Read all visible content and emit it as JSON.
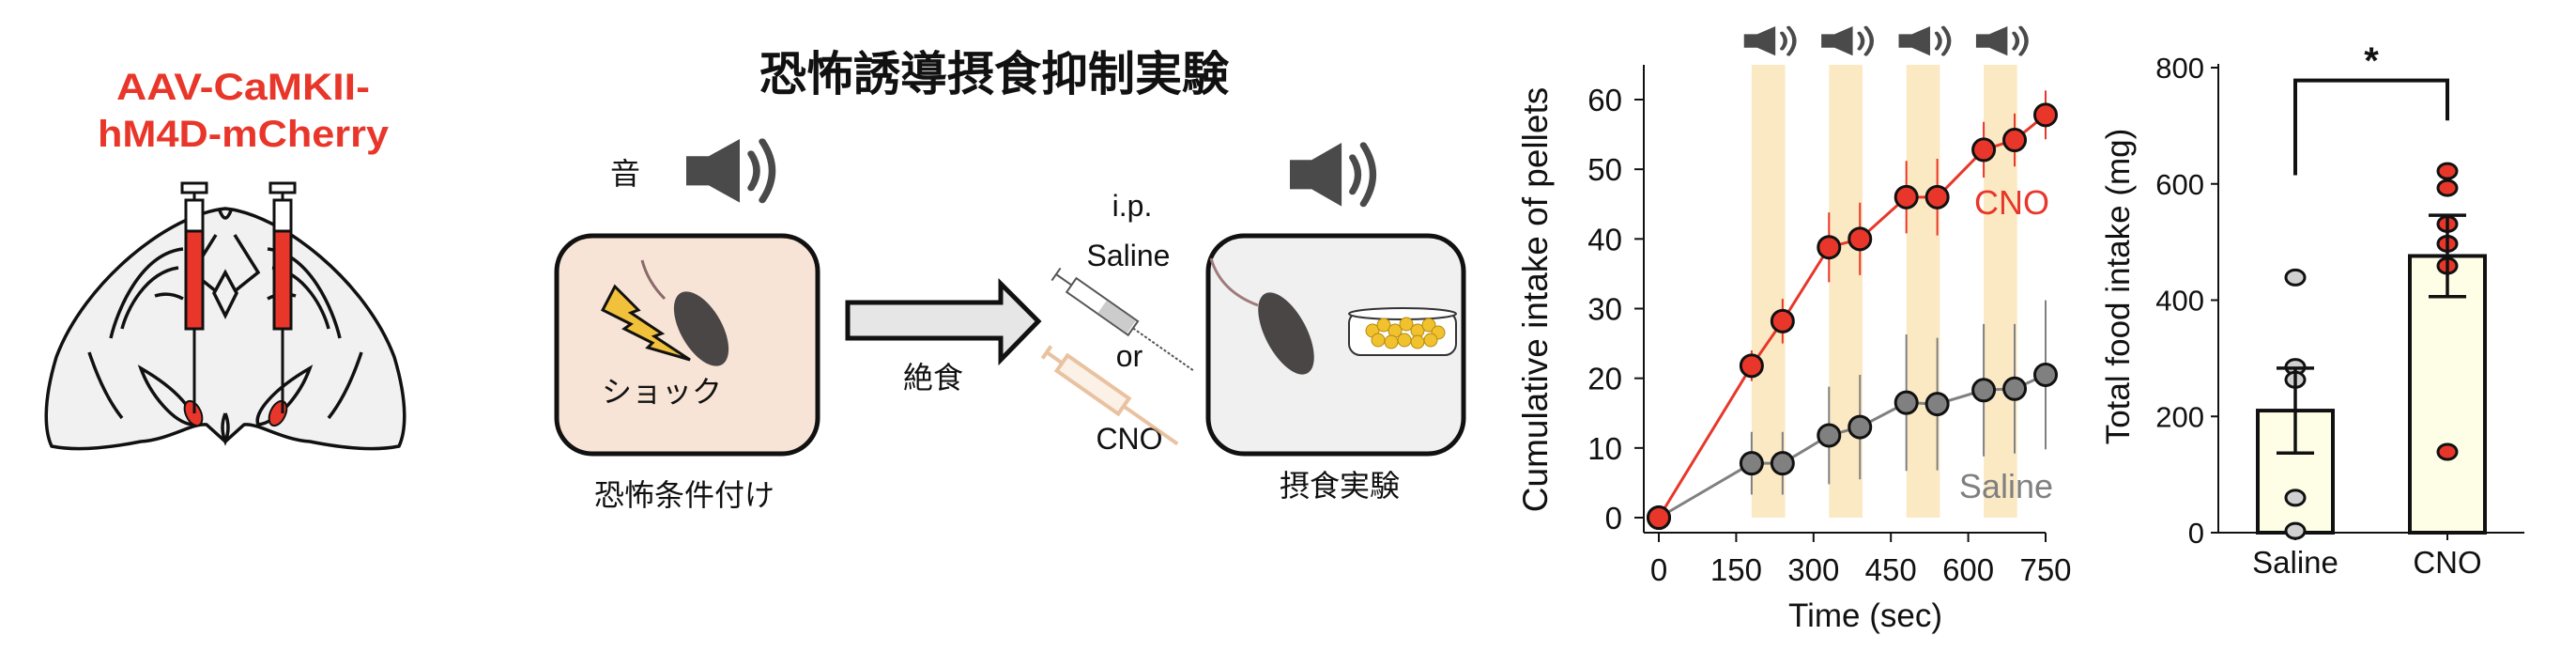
{
  "diagram": {
    "title": "恐怖誘導摂食抑制実験",
    "virus_line1": "AAV-CaMKII-",
    "virus_line2": "hM4D-mCherry",
    "tone_label": "音",
    "shock_label": "ショック",
    "conditioning_caption": "恐怖条件付け",
    "fasting_label": "絶食",
    "injection_route": "i.p.",
    "saline_label": "Saline",
    "or_label": "or",
    "cno_label": "CNO",
    "feeding_caption": "摂食実験",
    "colors": {
      "virus_red": "#e8372a",
      "conditioning_box": "#f7e4d6",
      "feeding_box": "#f0f0f0",
      "speaker": "#4a4a4a",
      "pellet": "#f2c12e",
      "shock": "#f2c13c"
    }
  },
  "chart_data": [
    {
      "type": "line",
      "xlabel": "Time (sec)",
      "ylabel": "Cumulative intake of pellets",
      "xlim": [
        0,
        750
      ],
      "ylim": [
        0,
        65
      ],
      "xticks": [
        "0",
        "150",
        "300",
        "450",
        "600",
        "750"
      ],
      "yticks": [
        "0",
        "10",
        "20",
        "30",
        "40",
        "50",
        "60"
      ],
      "grid": false,
      "tone_periods": [
        [
          180,
          245
        ],
        [
          330,
          395
        ],
        [
          480,
          545
        ],
        [
          630,
          695
        ]
      ],
      "tone_icon": "speaker-icon",
      "tone_color": "#fbe9c4",
      "x": [
        0,
        180,
        240,
        330,
        390,
        480,
        540,
        630,
        690,
        750
      ],
      "series": [
        {
          "name": "CNO",
          "color": "#e8372a",
          "values": [
            0,
            21.8,
            28.2,
            38.8,
            40.0,
            46.0,
            46.0,
            52.8,
            54.2,
            57.8
          ],
          "error": [
            0,
            2.2,
            3.2,
            5.0,
            5.2,
            5.2,
            5.5,
            4.0,
            3.8,
            3.5
          ]
        },
        {
          "name": "Saline",
          "color": "#808080",
          "values": [
            0,
            7.8,
            7.8,
            11.8,
            13.0,
            16.5,
            16.3,
            18.3,
            18.5,
            20.5
          ],
          "error": [
            0,
            4.5,
            4.5,
            7.0,
            7.5,
            9.8,
            9.5,
            9.5,
            9.3,
            10.7
          ]
        }
      ]
    },
    {
      "type": "bar",
      "ylabel": "Total food intake (mg)",
      "ylim": [
        0,
        800
      ],
      "yticks": [
        "0",
        "200",
        "400",
        "600",
        "800"
      ],
      "categories": [
        "Saline",
        "CNO"
      ],
      "values": [
        210,
        476
      ],
      "sem": [
        73,
        70
      ],
      "points": [
        [
          439,
          285,
          263,
          60,
          3
        ],
        [
          622,
          593,
          531,
          497,
          459,
          139
        ]
      ],
      "bar_color": "#fefde6",
      "point_colors": [
        "#d0d0d0",
        "#e8372a"
      ],
      "significance": {
        "label": "*",
        "pair": [
          "Saline",
          "CNO"
        ]
      }
    }
  ]
}
